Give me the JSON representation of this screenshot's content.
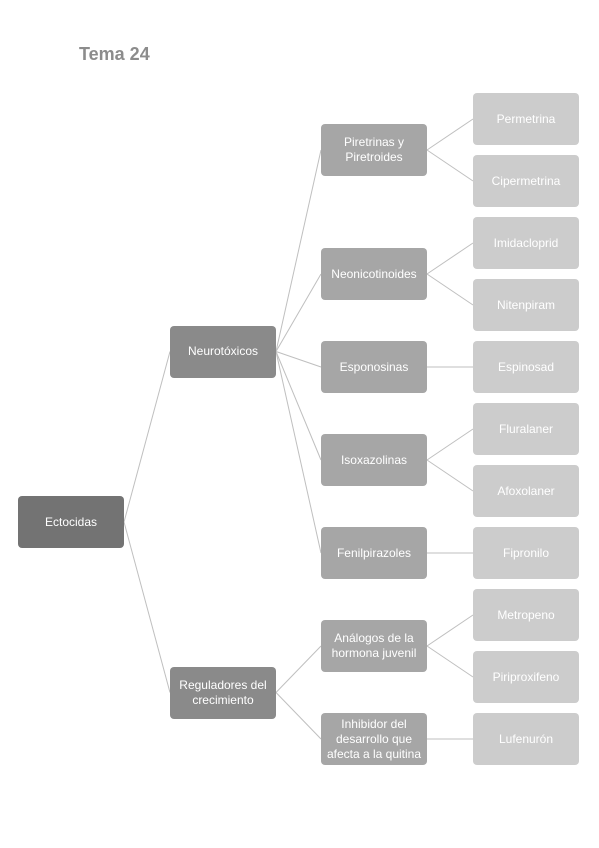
{
  "page": {
    "title": "Tema 24"
  },
  "tree": {
    "label": "Ectocidas",
    "children": [
      {
        "label": "Neurotóxicos",
        "children": [
          {
            "label": "Piretrinas y Piretroides",
            "children": [
              {
                "label": "Permetrina"
              },
              {
                "label": "Cipermetrina"
              }
            ]
          },
          {
            "label": "Neonicotinoides",
            "children": [
              {
                "label": "Imidacloprid"
              },
              {
                "label": "Nitenpiram"
              }
            ]
          },
          {
            "label": "Esponosinas",
            "children": [
              {
                "label": "Espinosad"
              }
            ]
          },
          {
            "label": "Isoxazolinas",
            "children": [
              {
                "label": "Fluralaner"
              },
              {
                "label": "Afoxolaner"
              }
            ]
          },
          {
            "label": "Fenilpirazoles",
            "children": [
              {
                "label": "Fipronilo"
              }
            ]
          }
        ]
      },
      {
        "label": "Reguladores del crecimiento",
        "children": [
          {
            "label": "Análogos de la hormona juvenil",
            "children": [
              {
                "label": "Metropeno"
              },
              {
                "label": "Piriproxifeno"
              }
            ]
          },
          {
            "label": "Inhibidor del desarrollo que afecta a la quitina",
            "children": [
              {
                "label": "Lufenurón"
              }
            ]
          }
        ]
      }
    ]
  },
  "colors": {
    "level0": "#737373",
    "level1": "#8a8a8a",
    "level2": "#a6a6a6",
    "level3": "#cccccc",
    "connector": "#bfbfbf",
    "title": "#8c8c8c"
  }
}
